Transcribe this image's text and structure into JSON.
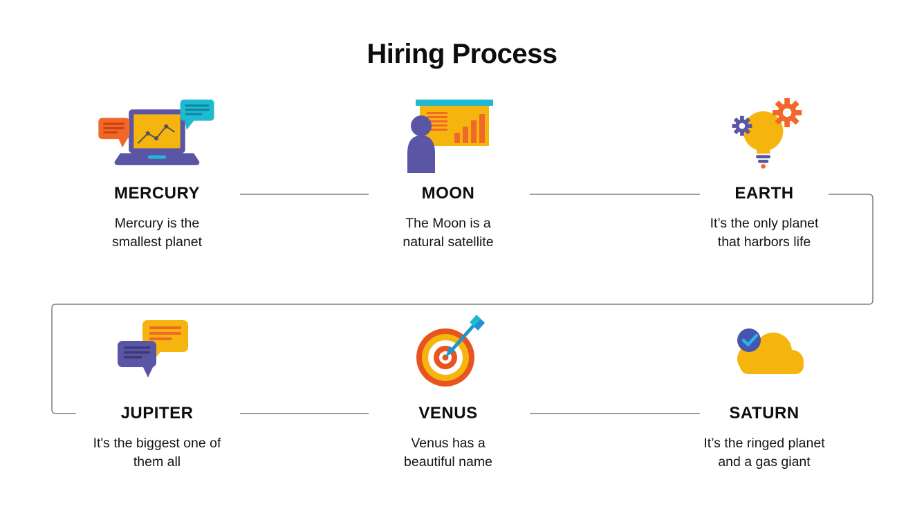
{
  "title": "Hiring Process",
  "steps": [
    {
      "label": "MERCURY",
      "description": "Mercury is the\nsmallest planet",
      "icon": "laptop-analytics-icon"
    },
    {
      "label": "MOON",
      "description": "The Moon is a\nnatural satellite",
      "icon": "presenter-chart-icon"
    },
    {
      "label": "EARTH",
      "description": "It’s the only planet\nthat harbors life",
      "icon": "idea-bulb-gears-icon"
    },
    {
      "label": "JUPITER",
      "description": "It's the biggest one of\nthem all",
      "icon": "chat-bubbles-icon"
    },
    {
      "label": "VENUS",
      "description": "Venus has a\nbeautiful name",
      "icon": "target-arrow-icon"
    },
    {
      "label": "SATURN",
      "description": "It’s the ringed planet\nand a gas giant",
      "icon": "cloud-check-icon"
    }
  ],
  "colors": {
    "yellow": "#F6B40E",
    "orange": "#F2672A",
    "teal": "#20B9D2",
    "purple": "#5A55A5",
    "blue": "#4456B0",
    "sky_blue": "#2BB3E8",
    "connector_gray": "#7F7F7F",
    "text": "#141414"
  }
}
